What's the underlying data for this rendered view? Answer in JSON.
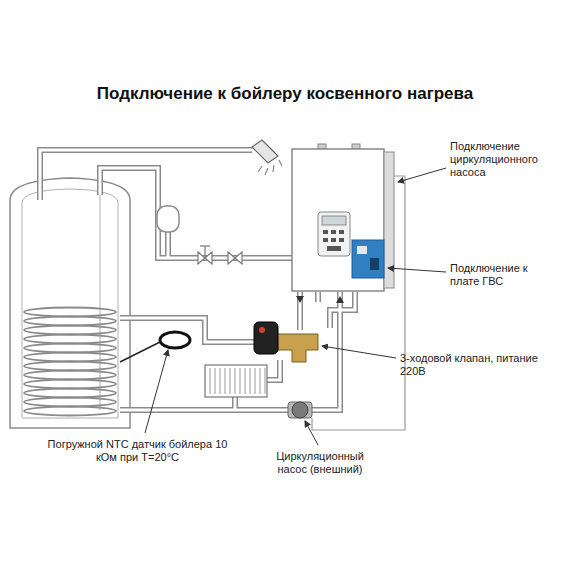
{
  "diagram": {
    "title": "Подключение к бойлеру косвенного нагрева",
    "labels": [
      "Подключение циркуляционного насоса",
      "Подключение к плате ГВС",
      "3-ходовой клапан, питание 220В",
      "Погружной NTC датчик бойлера 10 кОм при Т=20°С",
      "Циркуляционный насос (внешний)"
    ]
  }
}
